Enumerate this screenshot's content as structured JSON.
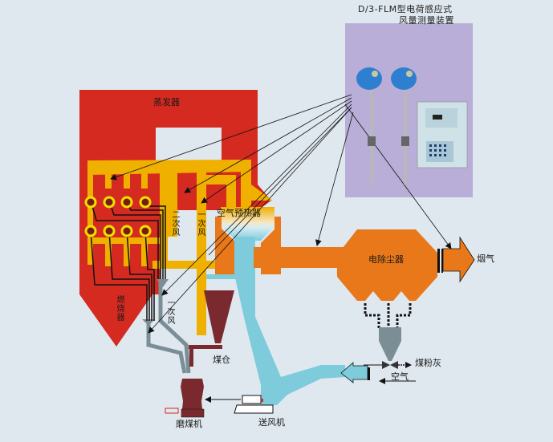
{
  "device_title": {
    "line1": "D/3-FLM型电荷感应式",
    "line2": "风量测量装置"
  },
  "labels": {
    "evaporator": "蒸发器",
    "burner": "燃烧器",
    "secondary_air": "二次风",
    "primary_air_top": "一次风",
    "primary_air_bottom": "一次风",
    "air_preheater": "空气预热器",
    "precipitator": "电除尘器",
    "flue_gas": "烟气",
    "coal_bunker": "煤仓",
    "coal_mill": "磨煤机",
    "blower": "送风机",
    "fly_ash": "煤粉灰",
    "air": "空气"
  },
  "colors": {
    "background": "#dfe8ef",
    "boiler_red": "#d42a20",
    "duct_yellow": "#f0b000",
    "flue_orange": "#e8781a",
    "air_blue": "#7ecbdc",
    "device_panel": "#b8aed8",
    "bunker_maroon": "#7a2a2e",
    "pipe_gray": "#7b8e96",
    "sensor_blue": "#2f7fd0"
  }
}
